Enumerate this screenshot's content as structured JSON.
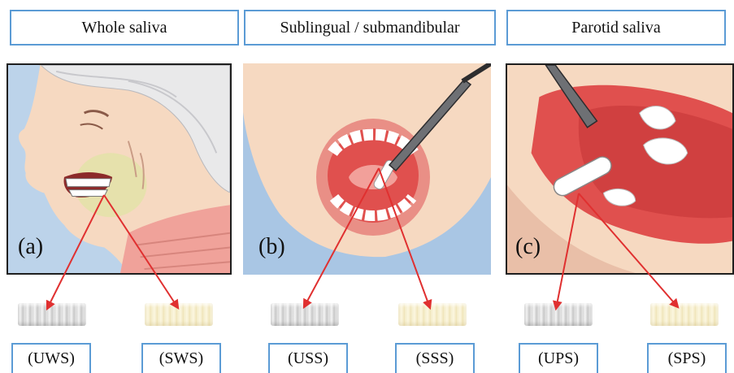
{
  "titles": [
    "Whole saliva",
    "Sublingual  / submandibular",
    "Parotid saliva"
  ],
  "panels": [
    {
      "label": "(a)",
      "illustration": "elderly-woman-profile-mouth"
    },
    {
      "label": "(b)",
      "illustration": "open-mouth-front-view-swab"
    },
    {
      "label": "(c)",
      "illustration": "buccal-cheek-swab-closeup"
    }
  ],
  "samples": [
    {
      "code": "(UWS)",
      "swab": "unstimulated-white-cotton-roll"
    },
    {
      "code": "(SWS)",
      "swab": "stimulated-yellow-cotton-roll"
    },
    {
      "code": "(USS)",
      "swab": "unstimulated-white-cotton-roll"
    },
    {
      "code": "(SSS)",
      "swab": "stimulated-yellow-cotton-roll"
    },
    {
      "code": "(UPS)",
      "swab": "unstimulated-white-cotton-roll"
    },
    {
      "code": "(SPS)",
      "swab": "stimulated-yellow-cotton-roll"
    }
  ],
  "colors": {
    "box_border": "#5b9bd5",
    "arrow": "#e03030",
    "panel_b_background": "#a9c6e4",
    "skin": "#f6d9c1",
    "mouth_interior": "#e0504e"
  }
}
